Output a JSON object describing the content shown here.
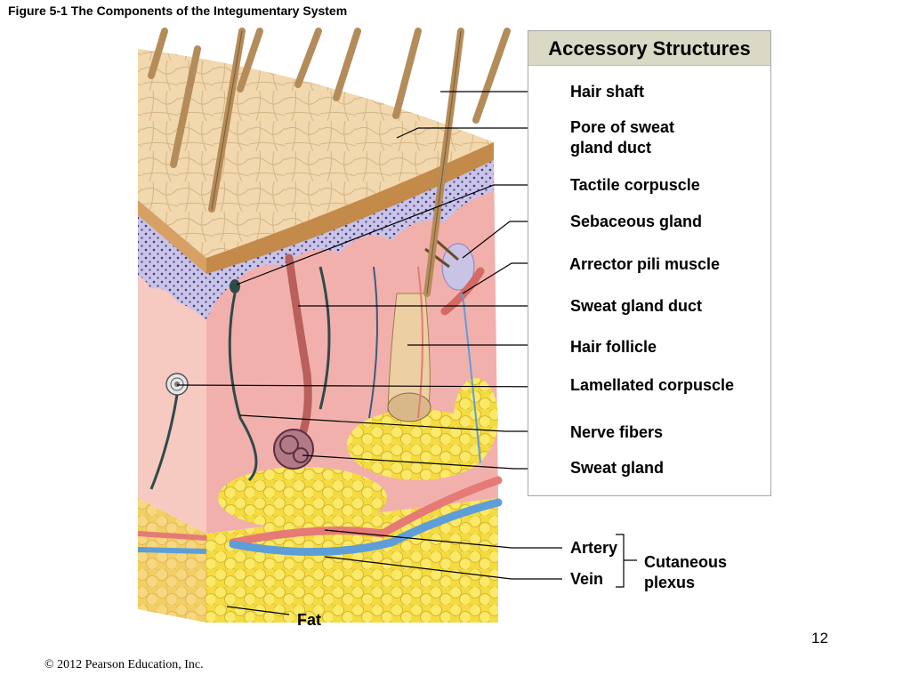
{
  "title": "Figure 5-1  The Components of the Integumentary System",
  "panel": {
    "heading": "Accessory Structures",
    "labels": [
      "Hair shaft",
      "Pore of sweat gland duct",
      "Tactile corpuscle",
      "Sebaceous gland",
      "Arrector pili muscle",
      "Sweat gland duct",
      "Hair follicle",
      "Lamellated corpuscle",
      "Nerve fibers",
      "Sweat gland"
    ]
  },
  "lower_labels": {
    "artery": "Artery",
    "vein": "Vein",
    "plexus": "Cutaneous plexus",
    "fat": "Fat"
  },
  "page_number": "12",
  "copyright": "© 2012 Pearson Education, Inc.",
  "colors": {
    "epidermis": "#f0d4a8",
    "dermis": "#f2b6b0",
    "hypodermis_fat": "#f5e04a",
    "papillary_layer": "#c9c3e6",
    "artery": "#e57a76",
    "vein": "#5d9ed8",
    "panel_header": "#d9d9c6"
  }
}
